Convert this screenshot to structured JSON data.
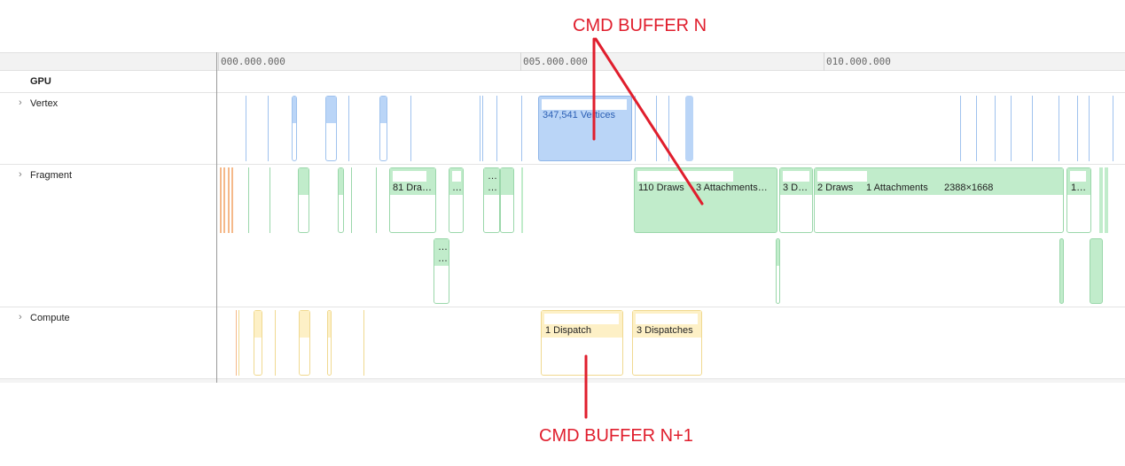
{
  "annotations": {
    "top": "CMD BUFFER N",
    "bottom": "CMD BUFFER N+1",
    "color": "#e01e2d"
  },
  "ruler": {
    "ticks": [
      "000.000.000",
      "005.000.000",
      "010.000.000"
    ]
  },
  "rows": {
    "gpu": "GPU",
    "vertex": "Vertex",
    "fragment": "Fragment",
    "compute": "Compute"
  },
  "vertex_bars": {
    "main": "347,541 Vertices"
  },
  "fragment_bars": {
    "b1": "81 Dra…",
    "b2": "…",
    "b3": "…",
    "b4": "…",
    "b5_draws": "110 Draws",
    "b5_attach": "3 Attachments…",
    "b6": "3 D…",
    "b7_draws": "2 Draws",
    "b7_attach": "1 Attachments",
    "b7_size": "2388×1668",
    "b8": "1…"
  },
  "compute_bars": {
    "b1": "1 Dispatch",
    "b2": "3 Dispatches"
  },
  "colors": {
    "vertex": "#bad5f7",
    "fragment": "#c1eccb",
    "compute": "#fdf0c6",
    "orange_thin": "#f5b98a"
  }
}
